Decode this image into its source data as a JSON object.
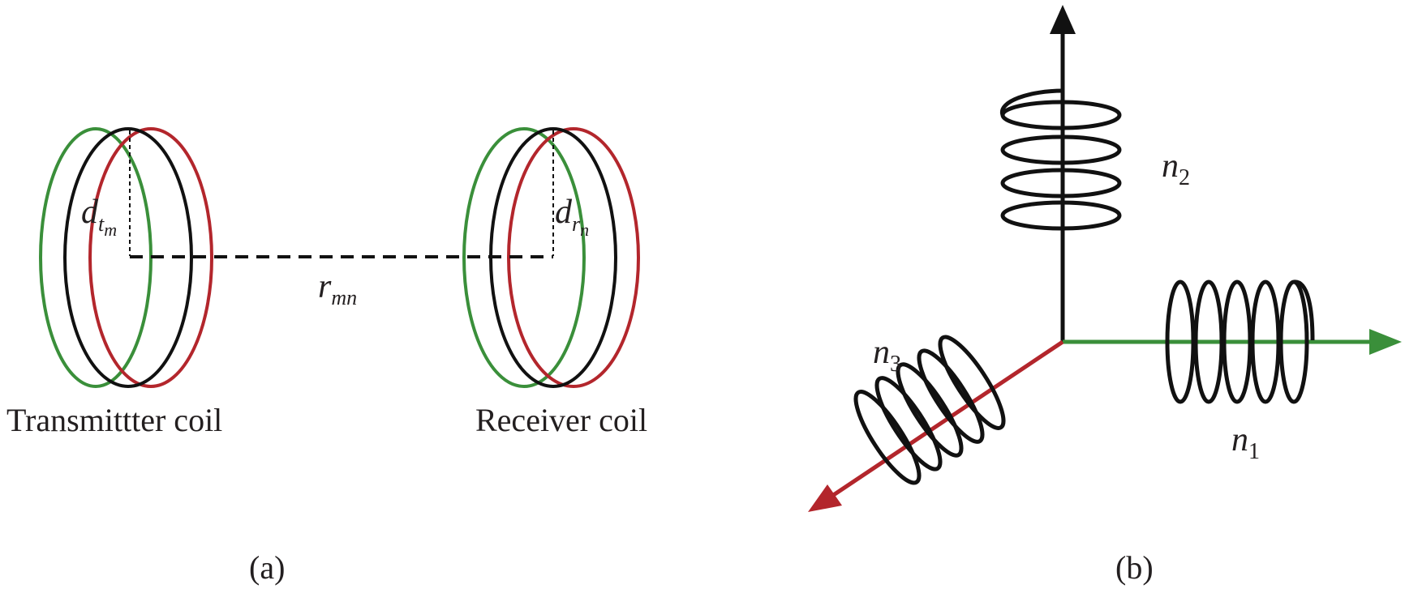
{
  "colors": {
    "black": "#111111",
    "green": "#3a8f3a",
    "red": "#b3262c"
  },
  "panel_a": {
    "label": "(a)",
    "transmitter_caption": "Transmittter coil",
    "receiver_caption": "Receiver coil",
    "d_t": {
      "base": "d",
      "sub": "t",
      "subsub": "m"
    },
    "d_r": {
      "base": "d",
      "sub": "r",
      "subsub": "n"
    },
    "r": {
      "base": "r",
      "sub": "mn"
    }
  },
  "panel_b": {
    "label": "(b)",
    "n1": {
      "base": "n",
      "sub": "1"
    },
    "n2": {
      "base": "n",
      "sub": "2"
    },
    "n3": {
      "base": "n",
      "sub": "3"
    }
  }
}
